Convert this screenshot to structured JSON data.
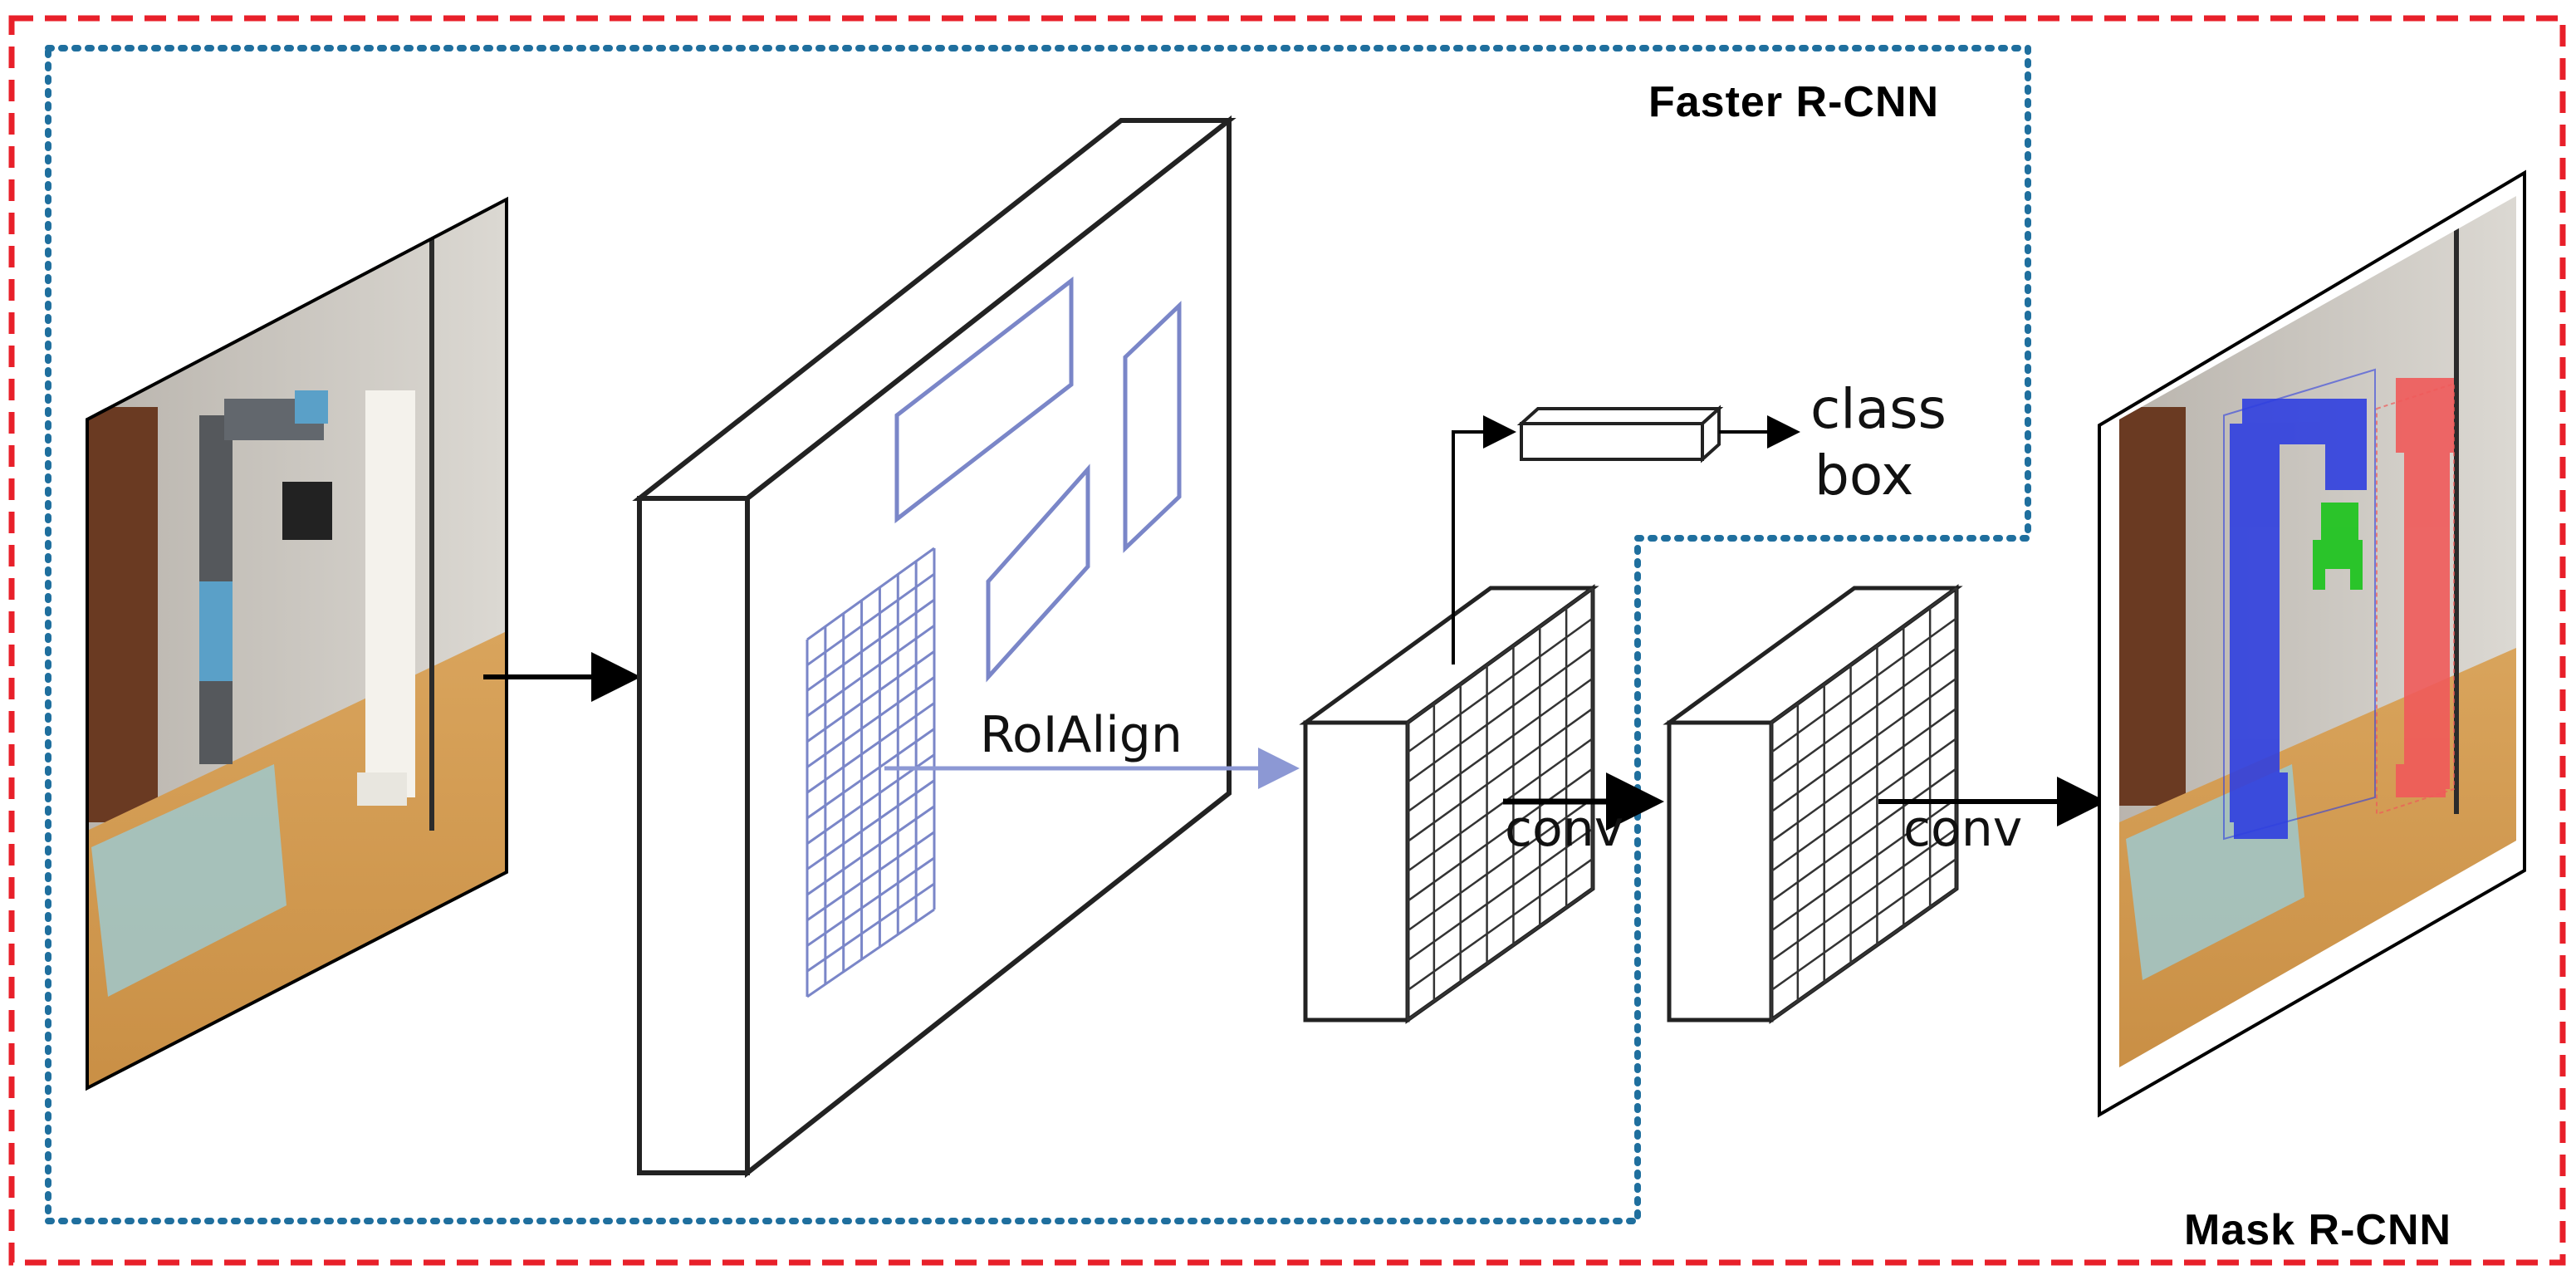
{
  "labels": {
    "mask_rcnn": "Mask R-CNN",
    "faster_rcnn": "Faster R-CNN",
    "roialign": "RoIAlign",
    "conv_1": "conv",
    "conv_2": "conv",
    "class": "class",
    "box": "box"
  },
  "colors": {
    "outer_frame": "#e8202a",
    "inner_frame": "#1f6f9e",
    "roi_grid": "#7a86c8",
    "mask_robot": "#2f3fe0",
    "mask_gripper": "#22c422",
    "mask_hand": "#f05a5a"
  }
}
